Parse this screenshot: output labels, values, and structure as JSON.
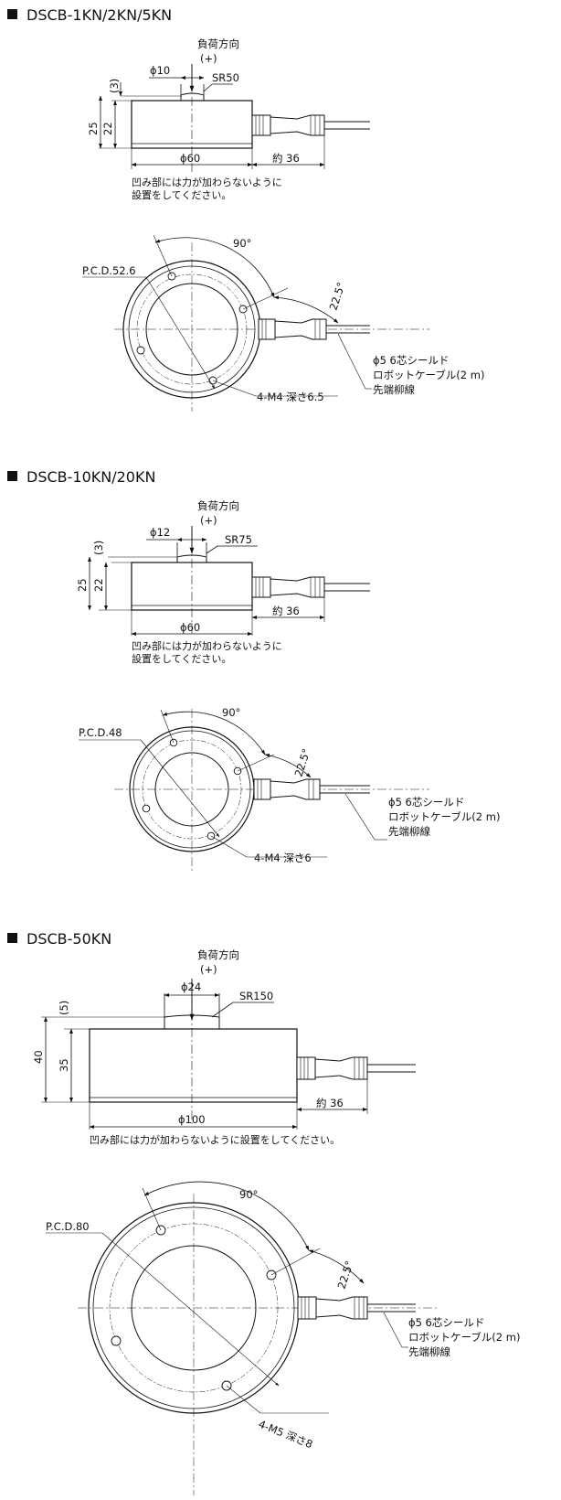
{
  "sections": [
    {
      "title": "DSCB-1KN/2KN/5KN",
      "side": {
        "load_direction": "負荷方向",
        "plus": "(+)",
        "button_dia": "ϕ10",
        "sr": "SR50",
        "recess": "(3)",
        "h_total": "25",
        "h_body": "22",
        "dia": "ϕ60",
        "cable_len": "約 36",
        "note_l1": "凹み部には力が加わらないように",
        "note_l2": "設置をしてください。"
      },
      "top": {
        "angle": "90°",
        "pcd": "P.C.D.52.6",
        "cable_angle": "22.5°",
        "holes": "4-M4 深さ6.5",
        "cable_l1": "ϕ5  6芯シールド",
        "cable_l2": "ロボットケーブル(2 m)",
        "cable_l3": "先端柳線"
      }
    },
    {
      "title": "DSCB-10KN/20KN",
      "side": {
        "load_direction": "負荷方向",
        "plus": "(+)",
        "button_dia": "ϕ12",
        "sr": "SR75",
        "recess": "(3)",
        "h_total": "25",
        "h_body": "22",
        "dia": "ϕ60",
        "cable_len": "約 36",
        "note_l1": "凹み部には力が加わらないように",
        "note_l2": "設置をしてください。"
      },
      "top": {
        "angle": "90°",
        "pcd": "P.C.D.48",
        "cable_angle": "22.5°",
        "holes": "4-M4 深さ6",
        "cable_l1": "ϕ5  6芯シールド",
        "cable_l2": "ロボットケーブル(2 m)",
        "cable_l3": "先端柳線"
      }
    },
    {
      "title": "DSCB-50KN",
      "side": {
        "load_direction": "負荷方向",
        "plus": "(+)",
        "button_dia": "ϕ24",
        "sr": "SR150",
        "recess": "(5)",
        "h_total": "40",
        "h_body": "35",
        "dia": "ϕ100",
        "cable_len": "約 36",
        "note_l1": "凹み部には力が加わらないように設置をしてください。"
      },
      "top": {
        "angle": "90°",
        "pcd": "P.C.D.80",
        "cable_angle": "22.5°",
        "holes": "4-M5 深さ8",
        "cable_l1": "ϕ5  6芯シールド",
        "cable_l2": "ロボットケーブル(2 m)",
        "cable_l3": "先端柳線"
      }
    }
  ]
}
